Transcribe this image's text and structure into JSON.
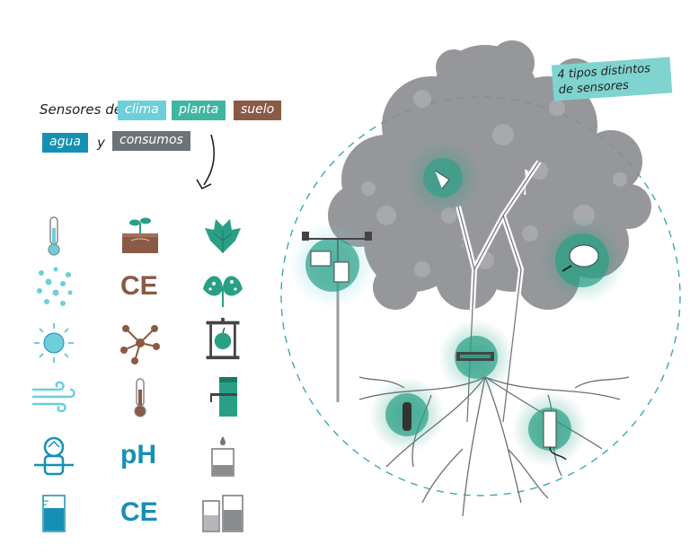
{
  "legend": {
    "prefix": "Sensores de",
    "tags": [
      {
        "label": "clima",
        "color": "#6ccfd9"
      },
      {
        "label": "planta",
        "color": "#3fb6a0"
      },
      {
        "label": "suelo",
        "color": "#8a5a44"
      },
      {
        "label": "agua",
        "color": "#1590b4"
      },
      {
        "label": "consumos",
        "color": "#6b7378"
      }
    ],
    "connector": "y"
  },
  "grid": {
    "ce_1": "CE",
    "ph": "pH",
    "ce_2": "CE",
    "icons": [
      "thermometer-icon",
      "seedling-soil-icon",
      "ivy-leaf-icon",
      "water-drops-icon",
      "ce-text",
      "spotted-leaf-icon",
      "sun-icon",
      "network-nodes-icon",
      "fruit-press-icon",
      "wind-icon",
      "soil-thermometer-icon",
      "stem-sensor-icon",
      "water-meter-icon",
      "ph-text",
      "beaker-drop-icon",
      "water-tank-icon",
      "ce-text",
      "beakers-icon"
    ]
  },
  "callout": {
    "line1": "4 tipos distintos",
    "line2": "de sensores",
    "color": "#7fd4cf"
  },
  "colors": {
    "clima": "#6ccfd9",
    "planta": "#29a085",
    "suelo": "#8a5a44",
    "agua": "#1590b4",
    "tree": "#8a8c90",
    "dashed": "#3aaab0"
  }
}
